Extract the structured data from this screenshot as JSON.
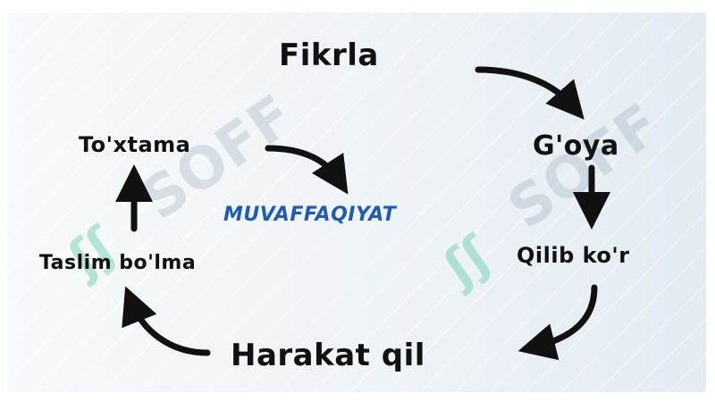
{
  "center": "MUVAFFAQIYAT",
  "nodes": {
    "fikrla": "Fikrla",
    "goya": "G'oya",
    "qilib": "Qilib ko'r",
    "harakat": "Harakat qil",
    "taslim": "Taslim bo'lma",
    "toxtama": "To'xtama"
  },
  "watermark": "SOFF",
  "colors": {
    "text": "#111111",
    "center": "#1e5cb3",
    "arrow": "#111111"
  }
}
